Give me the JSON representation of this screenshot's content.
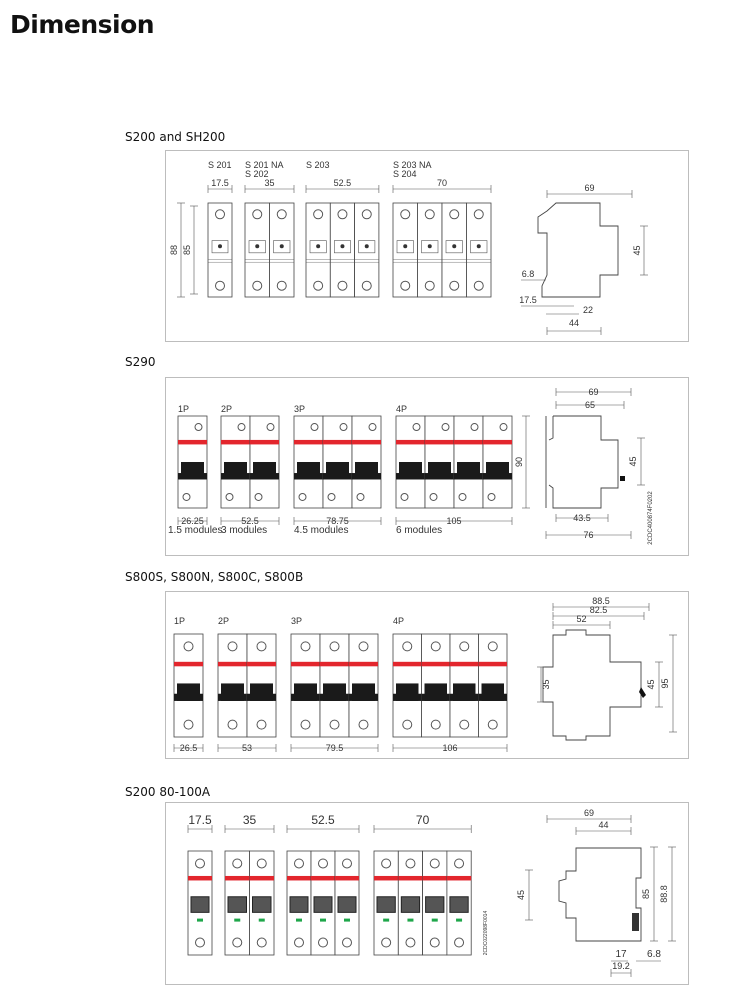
{
  "page": {
    "title": "Dimension"
  },
  "colors": {
    "brand_red": "#e3262d",
    "toggle_black": "#1a1a1a",
    "indicator_green": "#1fa64a",
    "frame": "#bdbdbd"
  },
  "sections": [
    {
      "title": "S200 and SH200",
      "groups": [
        {
          "name": [
            "S 201"
          ],
          "width": "17.5",
          "poles": 1
        },
        {
          "name": [
            "S 201 NA",
            "S 202"
          ],
          "width": "35",
          "poles": 2
        },
        {
          "name": [
            "S 203"
          ],
          "width": "52.5",
          "poles": 3
        },
        {
          "name": [
            "S 203 NA",
            "S 204"
          ],
          "width": "70",
          "poles": 4
        }
      ],
      "front_heights": [
        "88",
        "85"
      ],
      "side_dims": [
        "69",
        "45",
        "6.8",
        "17.5",
        "22",
        "44"
      ]
    },
    {
      "title": "S290",
      "groups": [
        {
          "name": [
            "1P"
          ],
          "width": "26.25",
          "modules": "1.5 modules",
          "poles": 1
        },
        {
          "name": [
            "2P"
          ],
          "width": "52.5",
          "modules": "3 modules",
          "poles": 2
        },
        {
          "name": [
            "3P"
          ],
          "width": "78.75",
          "modules": "4.5 modules",
          "poles": 3
        },
        {
          "name": [
            "4P"
          ],
          "width": "105",
          "modules": "6 modules",
          "poles": 4
        }
      ],
      "front_heights": [
        "90"
      ],
      "side_dims": [
        "69",
        "65",
        "45",
        "43.5",
        "76"
      ],
      "drawing_code": "2CDC400874F0202"
    },
    {
      "title": "S800S, S800N, S800C, S800B",
      "groups": [
        {
          "name": [
            "1P"
          ],
          "width": "26.5",
          "poles": 1
        },
        {
          "name": [
            "2P"
          ],
          "width": "53",
          "poles": 2
        },
        {
          "name": [
            "3P"
          ],
          "width": "79.5",
          "poles": 3
        },
        {
          "name": [
            "4P"
          ],
          "width": "106",
          "poles": 4
        }
      ],
      "front_heights": [],
      "side_dims": [
        "88.5",
        "82.5",
        "52",
        "35",
        "45",
        "95"
      ]
    },
    {
      "title": "S200 80-100A",
      "groups": [
        {
          "name": [],
          "width": "17.5",
          "poles": 1
        },
        {
          "name": [],
          "width": "35",
          "poles": 2
        },
        {
          "name": [],
          "width": "52.5",
          "poles": 3
        },
        {
          "name": [],
          "width": "70",
          "poles": 4
        }
      ],
      "front_heights": [],
      "side_dims": [
        "69",
        "44",
        "45",
        "85",
        "88.8",
        "17",
        "6.8",
        "19.2"
      ],
      "drawing_code": "2CDC022098F0014"
    }
  ]
}
